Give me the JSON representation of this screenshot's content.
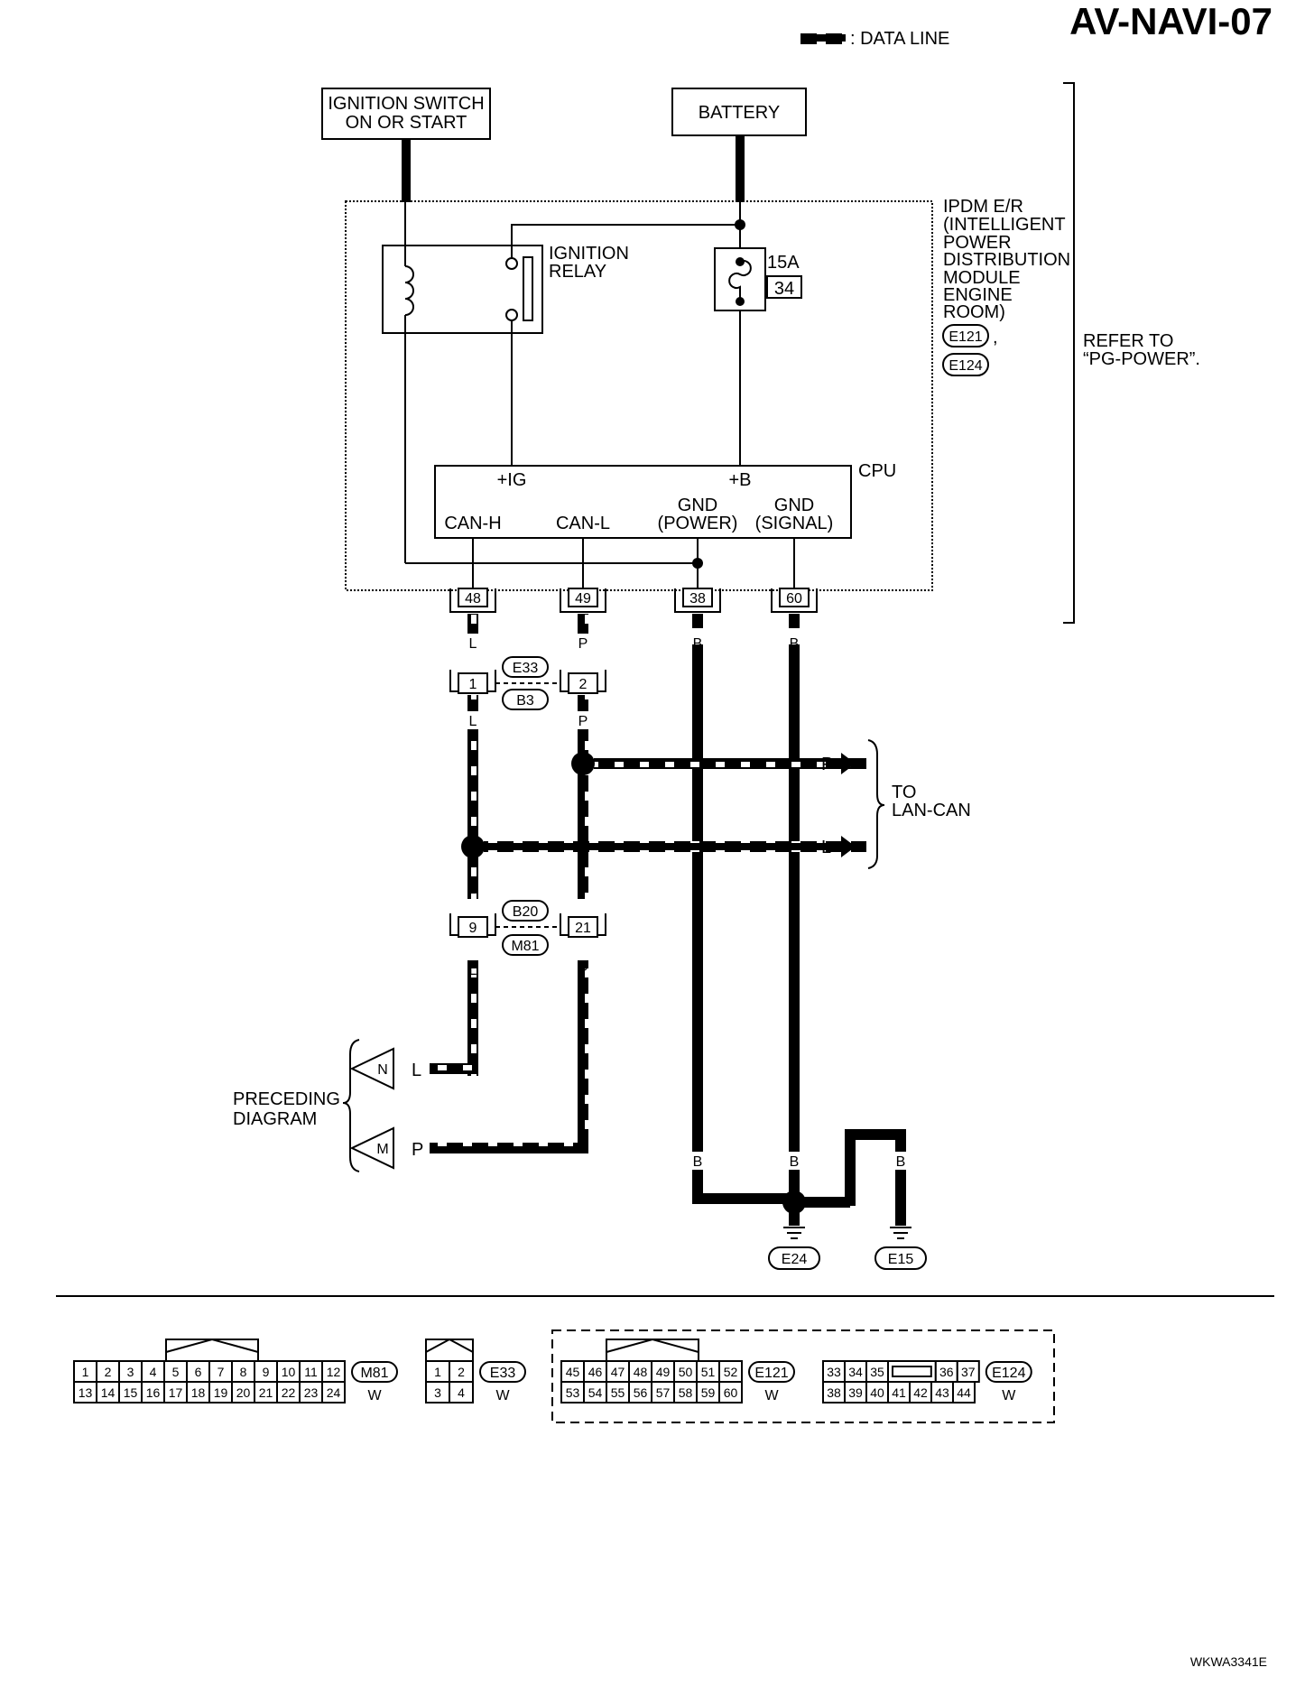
{
  "page_code": "AV-NAVI-07",
  "legend": {
    "label": ": DATA LINE"
  },
  "ignition_switch": {
    "line1": "IGNITION SWITCH",
    "line2": "ON OR START"
  },
  "battery": {
    "label": "BATTERY"
  },
  "ipdm": {
    "lines": [
      "IPDM E/R",
      "(INTELLIGENT",
      "POWER",
      "DISTRIBUTION",
      "MODULE",
      "ENGINE",
      "ROOM)"
    ],
    "connectors": [
      "E121",
      "E124"
    ],
    "separator": ","
  },
  "refer": {
    "line1": "REFER TO",
    "line2": "“PG-POWER”."
  },
  "ignition_relay": {
    "line1": "IGNITION",
    "line2": "RELAY"
  },
  "fuse": {
    "rating": "15A",
    "number": "34"
  },
  "cpu": {
    "label": "CPU",
    "ig": "+IG",
    "b": "+B",
    "can_h": "CAN-H",
    "can_l": "CAN-L",
    "gnd_power_1": "GND",
    "gnd_power_2": "(POWER)",
    "gnd_signal_1": "GND",
    "gnd_signal_2": "(SIGNAL)"
  },
  "ipdm_pins": [
    "48",
    "49",
    "38",
    "60"
  ],
  "wire_colors": {
    "l": "L",
    "p": "P",
    "b": "B"
  },
  "connector_e33_b3": {
    "pin_l": "1",
    "pin_p": "2",
    "top": "E33",
    "bottom": "B3"
  },
  "connector_b20_m81": {
    "pin_l": "9",
    "pin_p": "21",
    "top": "B20",
    "bottom": "M81"
  },
  "to_lan_can": {
    "line1": "TO",
    "line2": "LAN-CAN"
  },
  "preceding": {
    "line1": "PRECEDING",
    "line2": "DIAGRAM",
    "arrow_n": "N",
    "arrow_m": "M"
  },
  "grounds": [
    "E24",
    "E15"
  ],
  "connector_faces": {
    "m81": {
      "id": "M81",
      "color": "W",
      "row1": [
        "1",
        "2",
        "3",
        "4",
        "5",
        "6",
        "7",
        "8",
        "9",
        "10",
        "11",
        "12"
      ],
      "row2": [
        "13",
        "14",
        "15",
        "16",
        "17",
        "18",
        "19",
        "20",
        "21",
        "22",
        "23",
        "24"
      ]
    },
    "e33": {
      "id": "E33",
      "color": "W",
      "row1": [
        "1",
        "2"
      ],
      "row2": [
        "3",
        "4"
      ]
    },
    "e121": {
      "id": "E121",
      "color": "W",
      "row1": [
        "45",
        "46",
        "47",
        "48",
        "49",
        "50",
        "51",
        "52"
      ],
      "row2": [
        "53",
        "54",
        "55",
        "56",
        "57",
        "58",
        "59",
        "60"
      ]
    },
    "e124": {
      "id": "E124",
      "color": "W",
      "row1": [
        "33",
        "34",
        "35",
        "",
        "36",
        "37"
      ],
      "row2": [
        "38",
        "39",
        "40",
        "41",
        "42",
        "43",
        "44"
      ]
    }
  },
  "footer_code": "WKWA3341E"
}
